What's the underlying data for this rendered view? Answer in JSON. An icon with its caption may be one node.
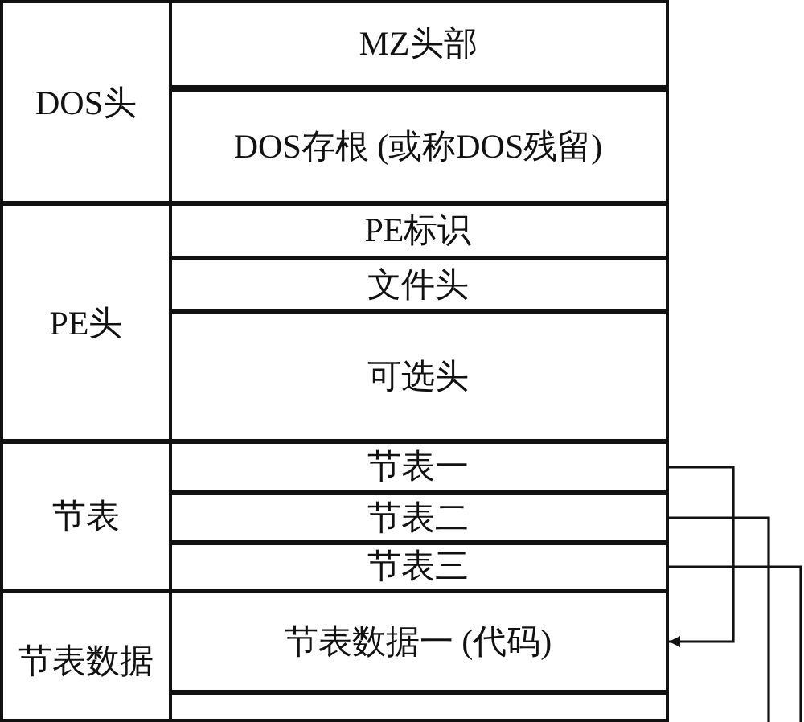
{
  "diagram": {
    "nodes": [
      {
        "text": [
          "DOS头"
        ]
      },
      {
        "text": [
          "MZ头部"
        ],
        "in": 0
      },
      {
        "text": [
          "DOS存根 (或称DOS残留)"
        ],
        "in": 0
      },
      {
        "text": [
          "PE头"
        ]
      },
      {
        "text": [
          "PE标识"
        ],
        "in": 3
      },
      {
        "text": [
          "文件头"
        ],
        "in": 3
      },
      {
        "text": [
          "可选头"
        ],
        "in": 3
      },
      {
        "text": [
          "节表"
        ]
      },
      {
        "text": [
          "节表一"
        ],
        "in": 7
      },
      {
        "text": [
          "节表二"
        ],
        "in": 7
      },
      {
        "text": [
          "节表三"
        ],
        "in": 7
      },
      {
        "text": [
          "节表数据"
        ]
      },
      {
        "text": [
          "节表数据一 (代码)"
        ],
        "in": 11
      },
      {
        "text": [],
        "shape": "box",
        "in": 11
      }
    ],
    "edges": [
      {
        "from": 8,
        "to": 12,
        "arrow": "to"
      },
      {
        "from": 9,
        "to": null,
        "arrow": "none"
      },
      {
        "from": 10,
        "to": null,
        "arrow": "none"
      }
    ]
  }
}
